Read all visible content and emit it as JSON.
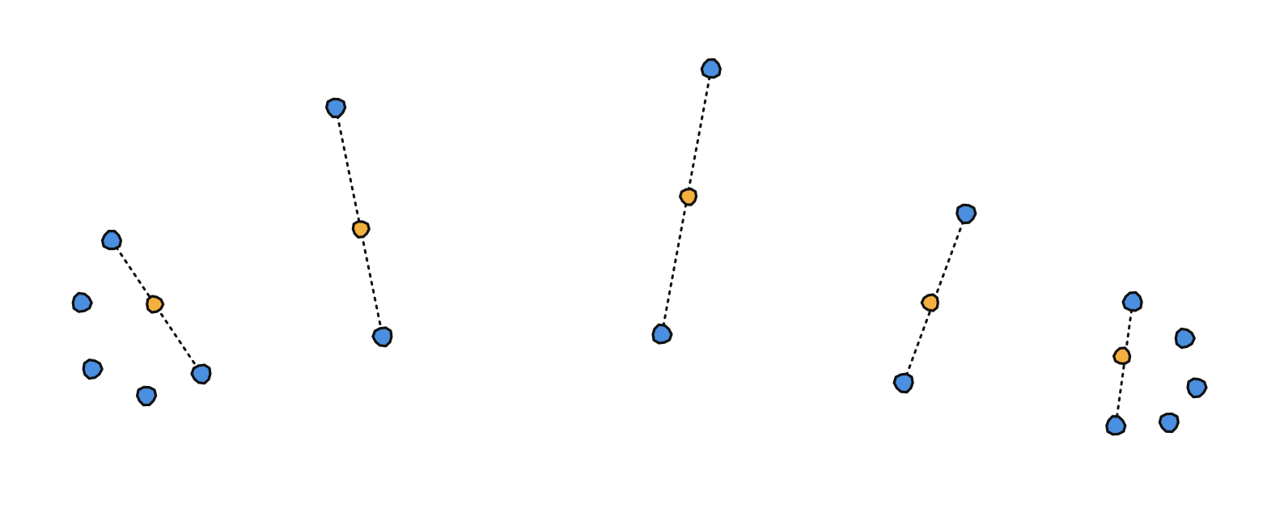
{
  "diagram": {
    "style": "hand-drawn",
    "colors": {
      "point": "#4a8fe0",
      "midpoint": "#f4b03e",
      "stroke": "#111111",
      "connector": "#111111",
      "background": "#ffffff"
    },
    "groups": [
      {
        "points": 5,
        "connected_pair": true,
        "midpoint": true
      },
      {
        "points": 2,
        "connected_pair": true,
        "midpoint": true
      },
      {
        "points": 2,
        "connected_pair": true,
        "midpoint": true
      },
      {
        "points": 2,
        "connected_pair": true,
        "midpoint": true
      },
      {
        "points": 5,
        "connected_pair": true,
        "midpoint": true
      }
    ]
  }
}
